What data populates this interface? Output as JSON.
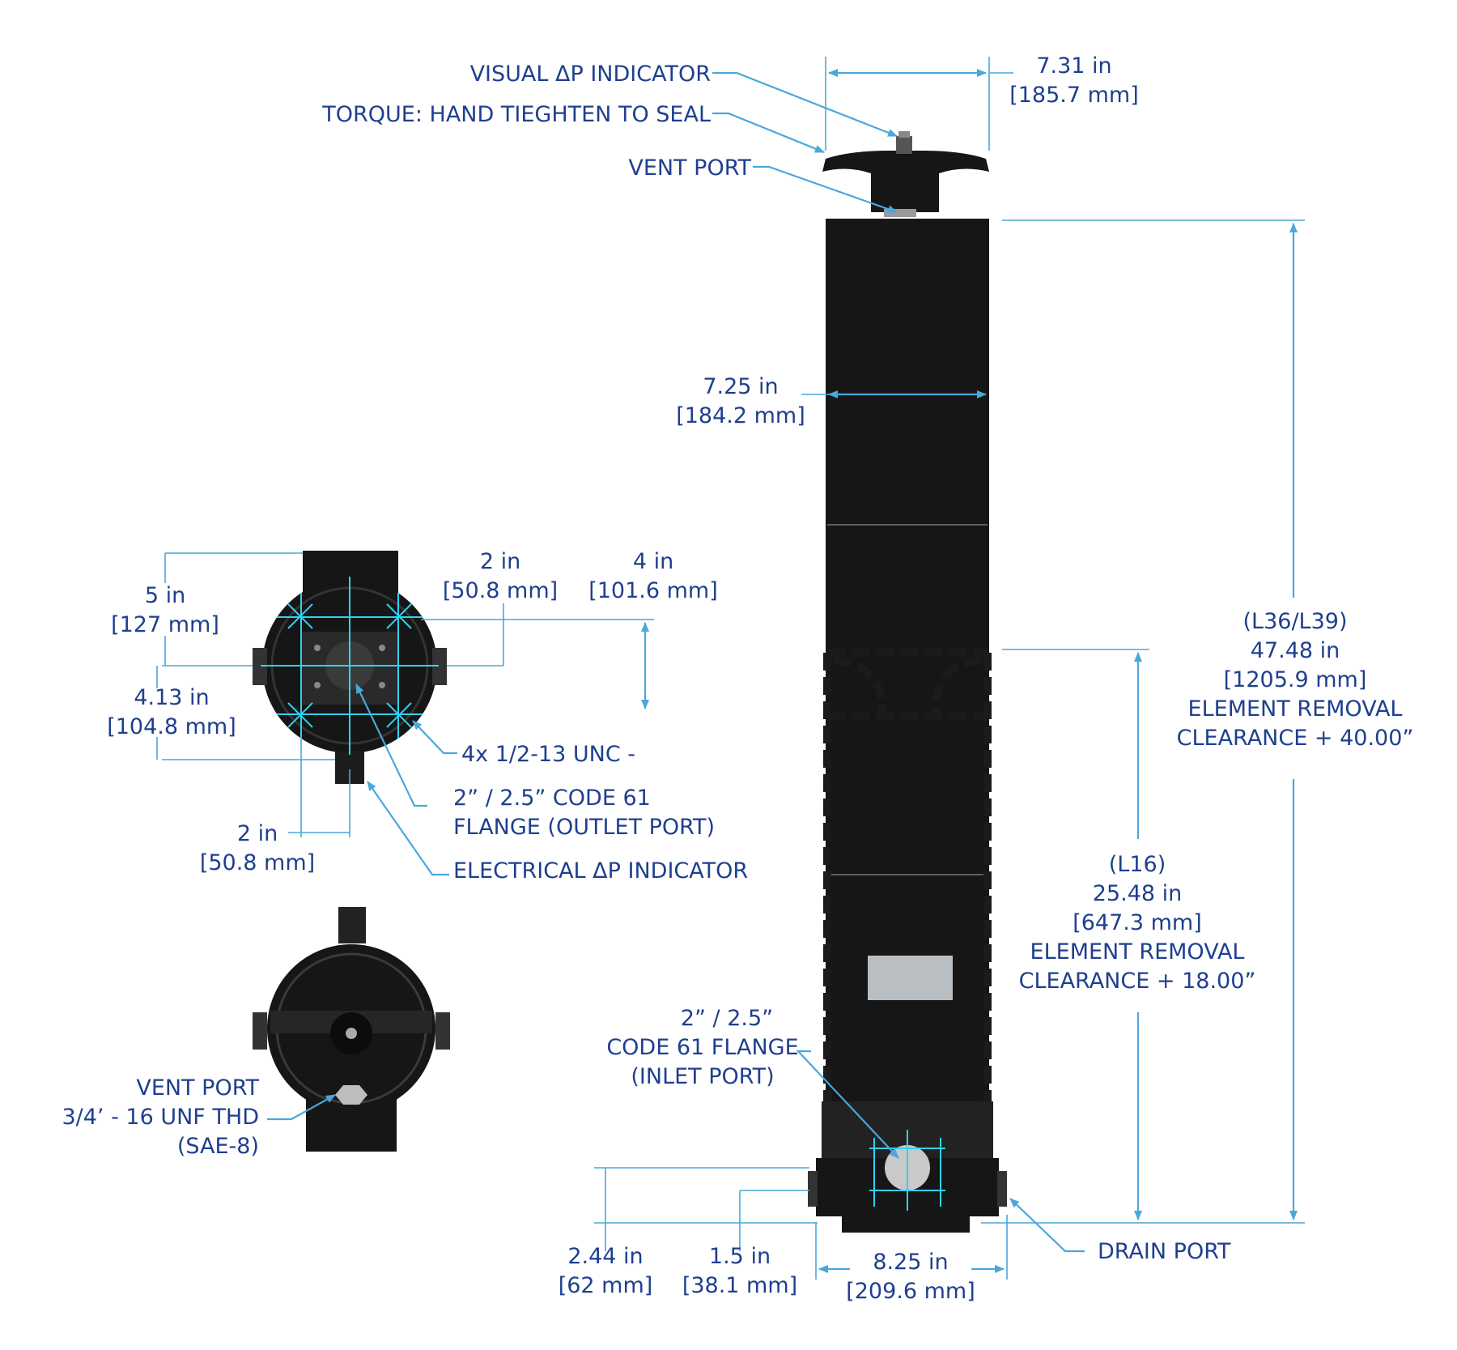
{
  "colors": {
    "text": "#1f3f8f",
    "dimension_line": "#4aa7dc",
    "crosshair": "#2fd2f0",
    "body": "#161616"
  },
  "labels": {
    "visual_dp": "VISUAL ΔP INDICATOR",
    "torque": "TORQUE: HAND TIEGHTEN TO SEAL",
    "vent_port_top": "VENT PORT",
    "bolts": "4x 1/2-13 UNC -",
    "outlet_1": "2” / 2.5” CODE 61",
    "outlet_2": "FLANGE (OUTLET PORT)",
    "electrical_dp": "ELECTRICAL ΔP INDICATOR",
    "vent_bottom_1": "VENT PORT",
    "vent_bottom_2": "3/4’ - 16 UNF THD",
    "vent_bottom_3": "(SAE-8)",
    "inlet_1": "2” / 2.5”",
    "inlet_2": "CODE 61 FLANGE",
    "inlet_3": "(INLET PORT)",
    "drain": "DRAIN PORT"
  },
  "dims": {
    "top_width_in": "7.31 in",
    "top_width_mm": "[185.7 mm]",
    "body_width_in": "7.25 in",
    "body_width_mm": "[184.2 mm]",
    "v5_in": "5 in",
    "v5_mm": "[127 mm]",
    "h2a_in": "2 in",
    "h2a_mm": "[50.8 mm]",
    "v4_in": "4 in",
    "v4_mm": "[101.6 mm]",
    "v413_in": "4.13 in",
    "v413_mm": "[104.8 mm]",
    "h2b_in": "2 in",
    "h2b_mm": "[50.8 mm]",
    "l36_1": "(L36/L39)",
    "l36_2": "47.48 in",
    "l36_3": "[1205.9 mm]",
    "l36_4": "ELEMENT REMOVAL",
    "l36_5": "CLEARANCE + 40.00”",
    "l16_1": "(L16)",
    "l16_2": "25.48 in",
    "l16_3": "[647.3 mm]",
    "l16_4": "ELEMENT REMOVAL",
    "l16_5": "CLEARANCE + 18.00”",
    "h244_in": "2.44 in",
    "h244_mm": "[62 mm]",
    "h15_in": "1.5 in",
    "h15_mm": "[38.1 mm]",
    "w825_in": "8.25 in",
    "w825_mm": "[209.6 mm]"
  }
}
